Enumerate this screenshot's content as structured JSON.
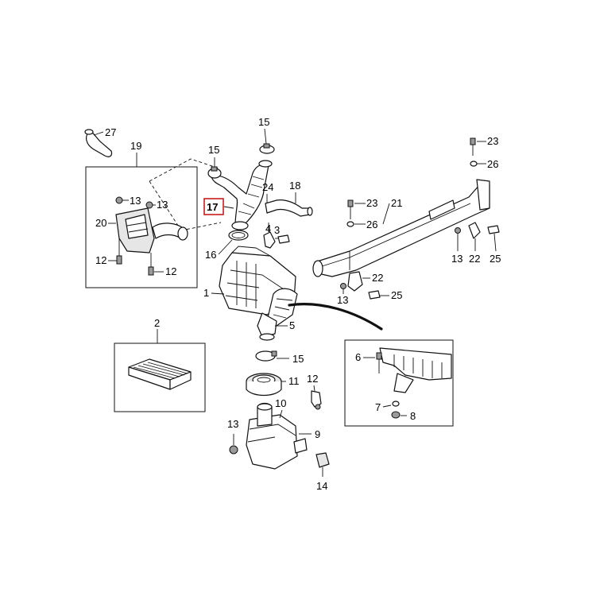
{
  "callouts": {
    "c1": "1",
    "c2": "2",
    "c5": "5",
    "c6": "6",
    "c7": "7",
    "c8": "8",
    "c9": "9",
    "c10": "10",
    "c11": "11",
    "c12a": "12",
    "c12b": "12",
    "c12c": "12",
    "c13a": "13",
    "c13b": "13",
    "c13c": "13",
    "c13d": "13",
    "c13e": "13",
    "c14": "14",
    "c15a": "15",
    "c15b": "15",
    "c15c": "15",
    "c16": "16",
    "c17": "17",
    "c18": "18",
    "c19": "19",
    "c20": "20",
    "c21": "21",
    "c22a": "22",
    "c22b": "22",
    "c23a": "23",
    "c23b": "23",
    "c24": "24",
    "c25a": "25",
    "c25b": "25",
    "c26a": "26",
    "c26b": "26",
    "c27": "27",
    "c4": "4"
  },
  "highlight": {
    "part": "17",
    "color": "#c81e1e"
  }
}
